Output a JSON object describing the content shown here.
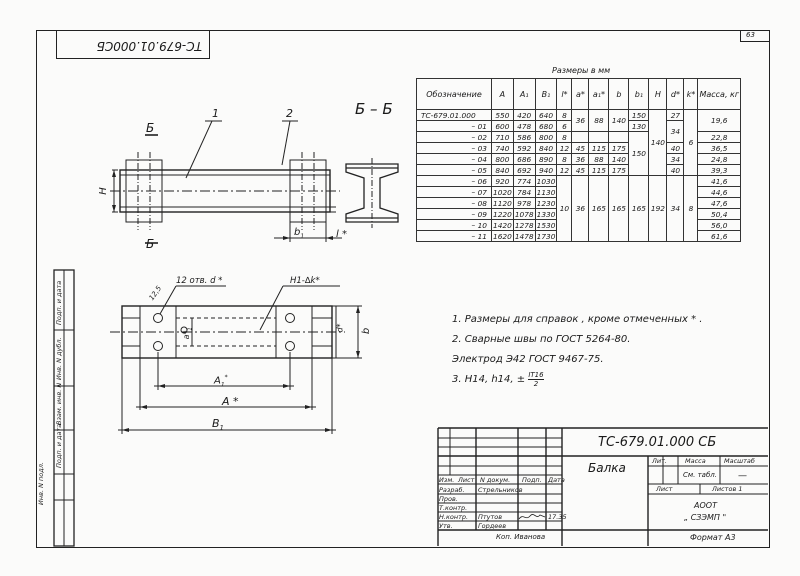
{
  "sheet_number": "63",
  "rotated_code": "ТС-679.01.000СБ",
  "section_label": "Б – Б",
  "section_marks": [
    "Б",
    "Б"
  ],
  "callouts": [
    "1",
    "2"
  ],
  "drawing_labels": {
    "holes": "12 отв. d *",
    "weld": "Н1-∆k*",
    "radius": "12,5",
    "dim_A1": "A",
    "dim_A1_sub": "1",
    "dim_A1star_suffix": "*",
    "dim_A": "A *",
    "dim_B1": "B",
    "dim_B1_sub": "1",
    "dim_b": "b",
    "dim_b1": "b",
    "dim_b1_sub": "1",
    "dim_l": "l *",
    "dim_H": "H",
    "dim_d": "d*",
    "dim_a": "a*",
    "dim_a_sub": "1"
  },
  "table": {
    "caption": "Размеры в мм",
    "headers": [
      "Обозначение",
      "A",
      "A₁",
      "B₁",
      "l*",
      "a*",
      "a₁*",
      "b",
      "b₁",
      "H",
      "d*",
      "k*",
      "Масса, кг"
    ],
    "rows": [
      {
        "des": "ТС-679.01.000",
        "A": "550",
        "A1": "420",
        "B1": "640",
        "l": "8",
        "mass": "19,6"
      },
      {
        "des": "– 01",
        "A": "600",
        "A1": "478",
        "B1": "680",
        "l": "6",
        "mass": "22,8"
      },
      {
        "des": "– 02",
        "A": "710",
        "A1": "586",
        "B1": "800",
        "l": "8",
        "mass": "36,5"
      },
      {
        "des": "– 03",
        "A": "740",
        "A1": "592",
        "B1": "840",
        "l": "12",
        "mass": "24,8"
      },
      {
        "des": "– 04",
        "A": "800",
        "A1": "686",
        "B1": "890",
        "l": "8",
        "mass": "39,3"
      },
      {
        "des": "– 05",
        "A": "840",
        "A1": "692",
        "B1": "940",
        "l": "12",
        "mass": "41,6"
      },
      {
        "des": "– 06",
        "A": "920",
        "A1": "774",
        "B1": "1030",
        "l": "",
        "mass": "44,6"
      },
      {
        "des": "– 07",
        "A": "1020",
        "A1": "784",
        "B1": "1130",
        "l": "",
        "mass": "47,6"
      },
      {
        "des": "– 08",
        "A": "1120",
        "A1": "978",
        "B1": "1230",
        "l": "",
        "mass": "50,4"
      },
      {
        "des": "– 09",
        "A": "1220",
        "A1": "1078",
        "B1": "1330",
        "l": "",
        "mass": "56,0"
      },
      {
        "des": "– 10",
        "A": "1420",
        "A1": "1278",
        "B1": "1530",
        "l": "",
        "mass": "61,6"
      },
      {
        "des": "– 11",
        "A": "1620",
        "A1": "1478",
        "B1": "1730",
        "l": "",
        "mass": ""
      }
    ],
    "merged": {
      "a_top": "36",
      "a1_top": "88",
      "b_top": "140",
      "b1_150": "150",
      "b1_130": "130",
      "a_r3": "45",
      "a1_r3": "115",
      "b_r3": "175",
      "a_r4": "36",
      "a1_r4": "88",
      "b_r4": "140",
      "a_r5": "45",
      "a1_r5": "115",
      "b_r5": "175",
      "b1_mid": "150",
      "H_top": "140",
      "d_27": "27",
      "d_34": "34",
      "d_40a": "40",
      "d_34b": "34",
      "d_40b": "40",
      "k_top": "6",
      "l_bot": "10",
      "a_bot": "36",
      "a1_bot": "165",
      "b_bot": "165",
      "b1_bot": "165",
      "H_bot": "192",
      "d_bot": "34",
      "k_bot": "8"
    }
  },
  "notes": [
    "1. Размеры для справок , кроме отмеченных * .",
    "2. Сварные швы по ГОСТ 5264-80.",
    "Электрод Э42 ГОСТ 9467-75.",
    "3. H14, h14, ±"
  ],
  "tolerance": {
    "num": "IT16",
    "den": "2"
  },
  "stamp": {
    "code": "ТС-679.01.000 СБ",
    "name": "Балка",
    "col_lit": "Лит.",
    "col_mass": "Масса",
    "col_scale": "Масштаб",
    "mass_val": "См. табл.",
    "scale_val": "—",
    "sheet": "Лист",
    "sheets": "Листов 1",
    "org1": "АООТ",
    "org2": "„ СЗЭМП \"",
    "format": "Формат  А3",
    "copied": "Коп. Иванова",
    "rows": [
      {
        "role": "Изм.",
        "name": "Лист",
        "sign": "N докум.",
        "date": "Подп."
      },
      {
        "role": "Разраб.",
        "name": "Стрельников",
        "sign": "",
        "date": ""
      },
      {
        "role": "Пров.",
        "name": "",
        "sign": "",
        "date": ""
      },
      {
        "role": "Т.контр.",
        "name": "",
        "sign": "",
        "date": ""
      },
      {
        "role": "Н.контр.",
        "name": "Птутов",
        "sign": "",
        "date": "17.35"
      },
      {
        "role": "Утв.",
        "name": "Гордеев",
        "sign": "",
        "date": ""
      }
    ],
    "date_head": "Дата"
  },
  "side_labels": [
    "Инв. N подл.",
    "Подп. и дата",
    "Взам. инв. N",
    "Инв. N дубл.",
    "Подп. и дата"
  ],
  "colors": {
    "ink": "#1a1a1a",
    "paper": "#fbfbfa"
  }
}
